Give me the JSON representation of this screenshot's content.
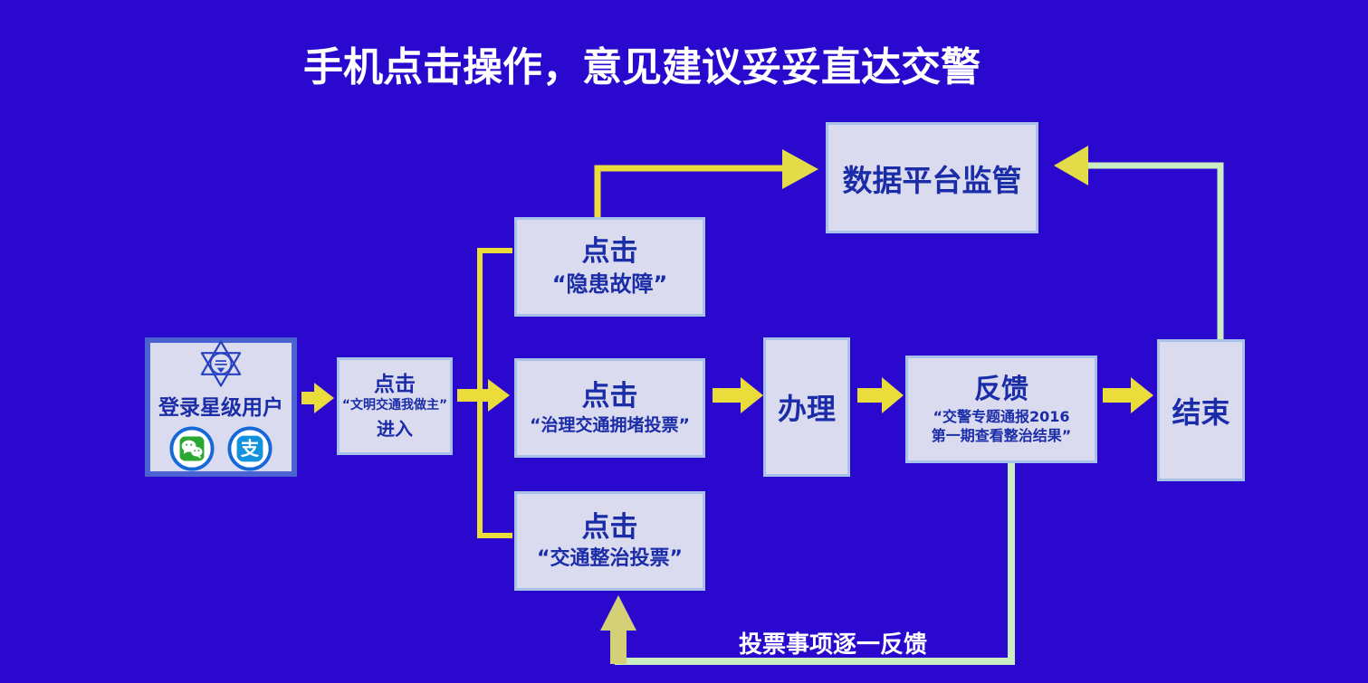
{
  "title": "手机点击操作，意见建议妥妥直达交警",
  "colors": {
    "background": "#2B08CD",
    "box_fill": "#DBDBEF",
    "box_border": "#A7C1E9",
    "login_box_border": "#4A62D2",
    "box_text": "#1B2CA8",
    "title_text": "#FFFFFF",
    "arrow_yellow": "#E9DC3B",
    "loop_line_green": "#CBEDC2",
    "loop_arrow_olive": "#D3D077",
    "wechat_green": "#2BA832",
    "alipay_blue": "#1592DD",
    "icon_ring_blue": "#1668D8",
    "badge_blue": "#2741C0"
  },
  "flowchart": {
    "login": {
      "label": "登录星级用户",
      "icons": [
        "police-badge-icon",
        "wechat-icon",
        "alipay-icon"
      ],
      "alipay_glyph": "支"
    },
    "enter": {
      "line1": "点击",
      "line2": "“文明交通我做主”",
      "line3": "进入"
    },
    "branch_top": {
      "line1": "点击",
      "line2": "“隐患故障”"
    },
    "branch_mid": {
      "line1": "点击",
      "line2": "“治理交通拥堵投票”"
    },
    "branch_bottom": {
      "line1": "点击",
      "line2": "“交通整治投票”"
    },
    "process": {
      "label": "办理"
    },
    "feedback": {
      "line1": "反馈",
      "line2": "“交警专题通报2016",
      "line3": "第一期查看整治结果”"
    },
    "end": {
      "label": "结束"
    },
    "platform": {
      "label": "数据平台监管"
    },
    "loop_label": "投票事项逐一反馈"
  }
}
